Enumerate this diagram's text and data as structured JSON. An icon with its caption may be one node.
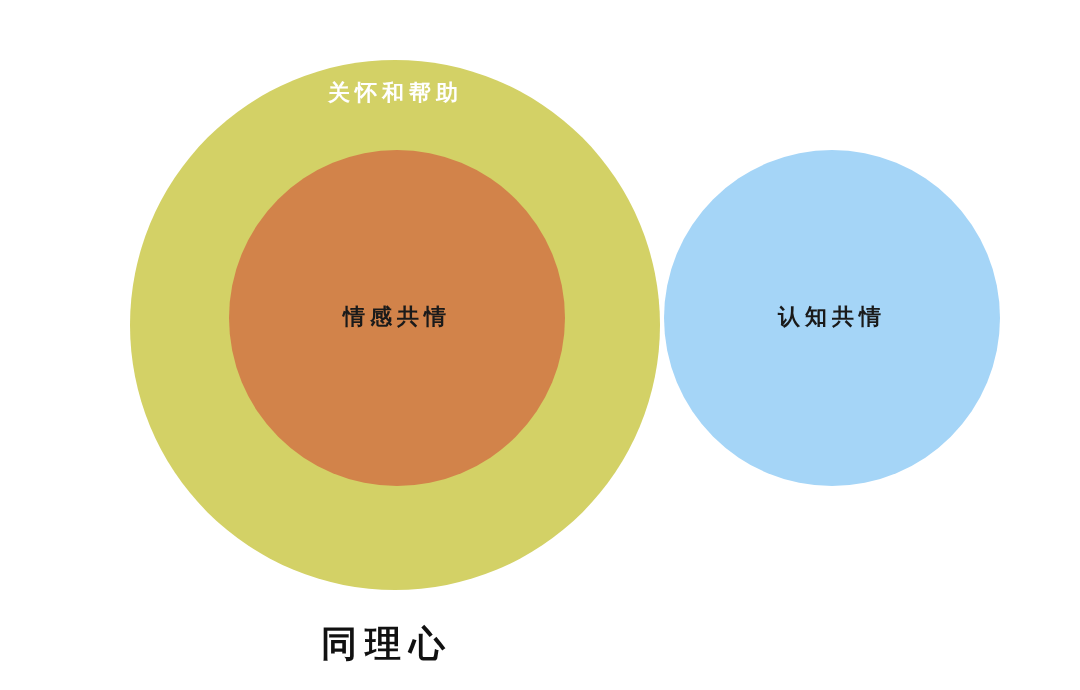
{
  "diagram": {
    "nodes": [
      {
        "text": [
          "关怀和帮助"
        ],
        "beside": [
          "同理心"
        ]
      },
      {
        "text": [
          "情感共情"
        ],
        "in": 0
      },
      {
        "text": [
          "认知共情"
        ]
      }
    ]
  }
}
